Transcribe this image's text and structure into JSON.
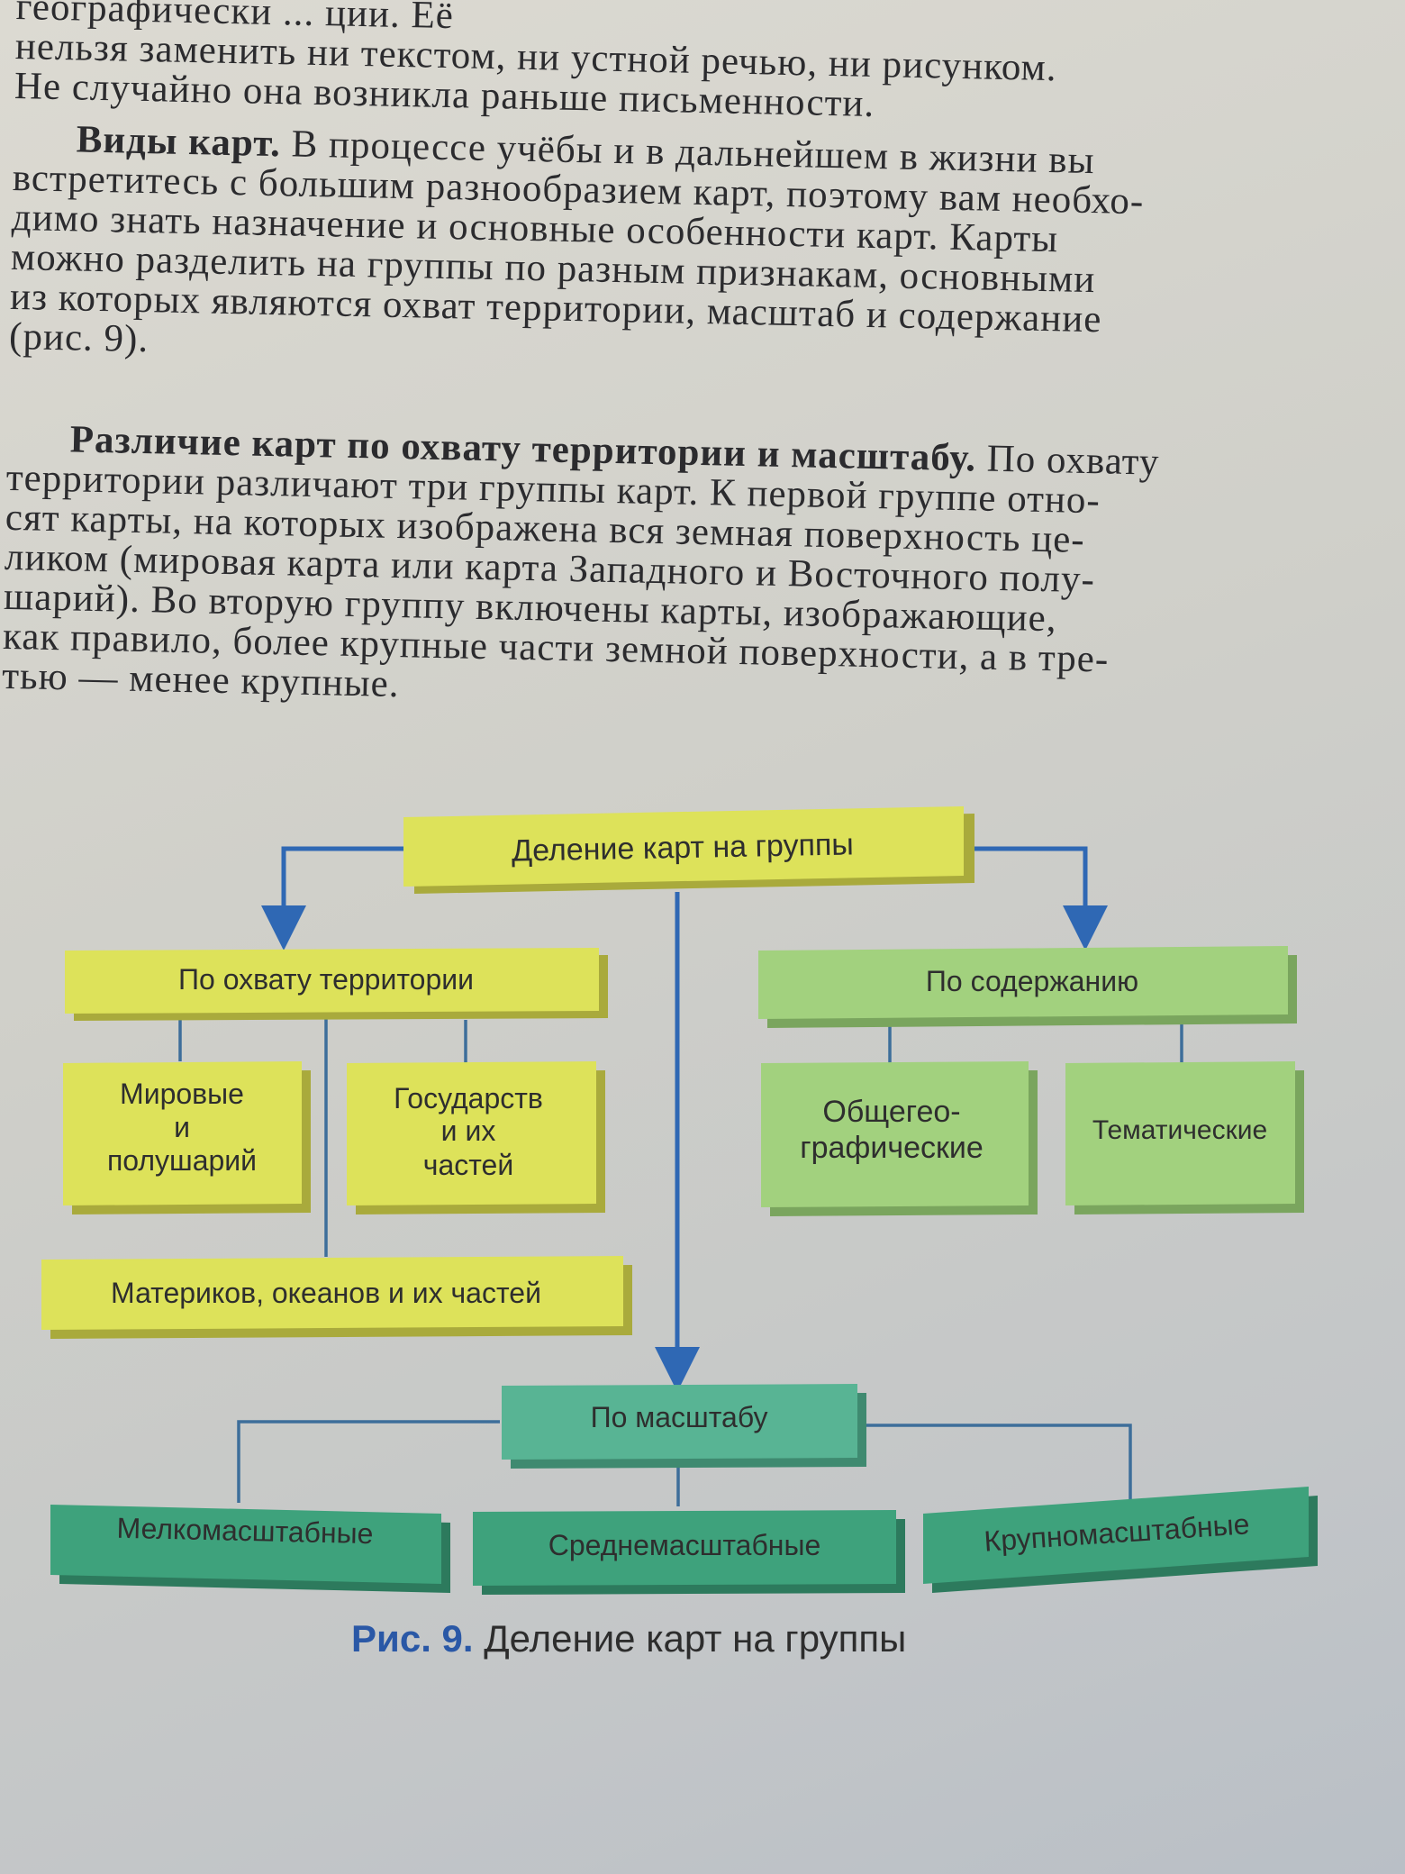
{
  "text": {
    "para1": [
      "географически ... ции. Её",
      "нельзя заменить ни текстом, ни устной речью, ни рисунком.",
      "Не случайно она возникла раньше письменности."
    ],
    "para2_heading": "Виды карт.",
    "para2_first": " В процессе учёбы и в дальнейшем в жизни вы",
    "para2": [
      "встретитесь с большим разнообразием карт, поэтому вам необхо-",
      "димо знать назначение и основные особенности карт. Карты",
      "можно разделить на группы по разным признакам, основными",
      "из которых являются охват территории, масштаб и содержание",
      "(рис. 9)."
    ],
    "para3_heading": "Различие карт по охвату территории и масштабу.",
    "para3_first": " По охвату",
    "para3": [
      "территории различают три группы карт. К первой группе отно-",
      "сят карты, на которых изображена вся земная поверхность це-",
      "ликом (мировая карта или карта Западного и Восточного полу-",
      "шарий). Во вторую группу включены карты, изображающие,",
      "как правило, более крупные части земной поверхности, а в тре-",
      "тью — менее крупные."
    ]
  },
  "diagram": {
    "root": "Деление карт на группы",
    "territory": "По охвату территории",
    "territory_children": [
      "Мировые",
      "и",
      "полушарий"
    ],
    "states": [
      "Государств",
      "и их",
      "частей"
    ],
    "continents": "Материков, океанов и их частей",
    "content": "По содержанию",
    "general": [
      "Общегео-",
      "графические"
    ],
    "thematic": "Тематические",
    "scale": "По масштабу",
    "small": "Мелкомасштабные",
    "medium": "Среднемасштабные",
    "large": "Крупномасштабные",
    "colors": {
      "yellow": "#dde25a",
      "light_green": "#a2d17e",
      "teal": "#58b494",
      "dark_green": "#3ea27c",
      "arrow": "#2f68b4"
    }
  },
  "caption": {
    "label": "Рис. 9.",
    "title": " Деление карт на группы"
  }
}
